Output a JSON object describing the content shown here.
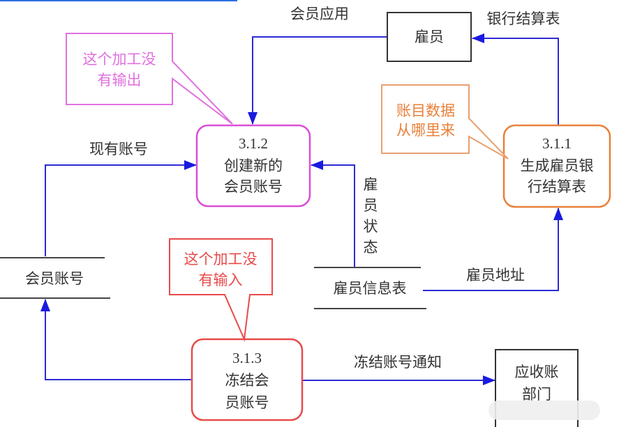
{
  "colors": {
    "flow": "#2b2bd6",
    "process_312": "#d94fd6",
    "process_311": "#e8803a",
    "process_313": "#e84a4a",
    "top_bar": "#2f6fe0"
  },
  "processes": {
    "p312": {
      "id": "3.1.2",
      "line1": "创建新的",
      "line2": "会员账号"
    },
    "p311": {
      "id": "3.1.1",
      "line1": "生成雇员银",
      "line2": "行结算表"
    },
    "p313": {
      "id": "3.1.3",
      "line1": "冻结会",
      "line2": "员账号"
    }
  },
  "entities": {
    "employee": "雇员",
    "receivables": {
      "line1": "应收账",
      "line2": "部门"
    }
  },
  "stores": {
    "member_account": "会员账号",
    "employee_info": "雇员信息表"
  },
  "flows": {
    "member_application": "会员应用",
    "bank_statement": "银行结算表",
    "existing_account": "现有账号",
    "employee_status": [
      "雇",
      "员",
      "状",
      "态"
    ],
    "employee_address": "雇员地址",
    "freeze_notice": "冻结账号通知"
  },
  "callouts": {
    "no_output": {
      "line1": "这个加工没",
      "line2": "有输出"
    },
    "data_source": {
      "line1": "账目数据",
      "line2": "从哪里来"
    },
    "no_input": {
      "line1": "这个加工没",
      "line2": "有输入"
    }
  }
}
